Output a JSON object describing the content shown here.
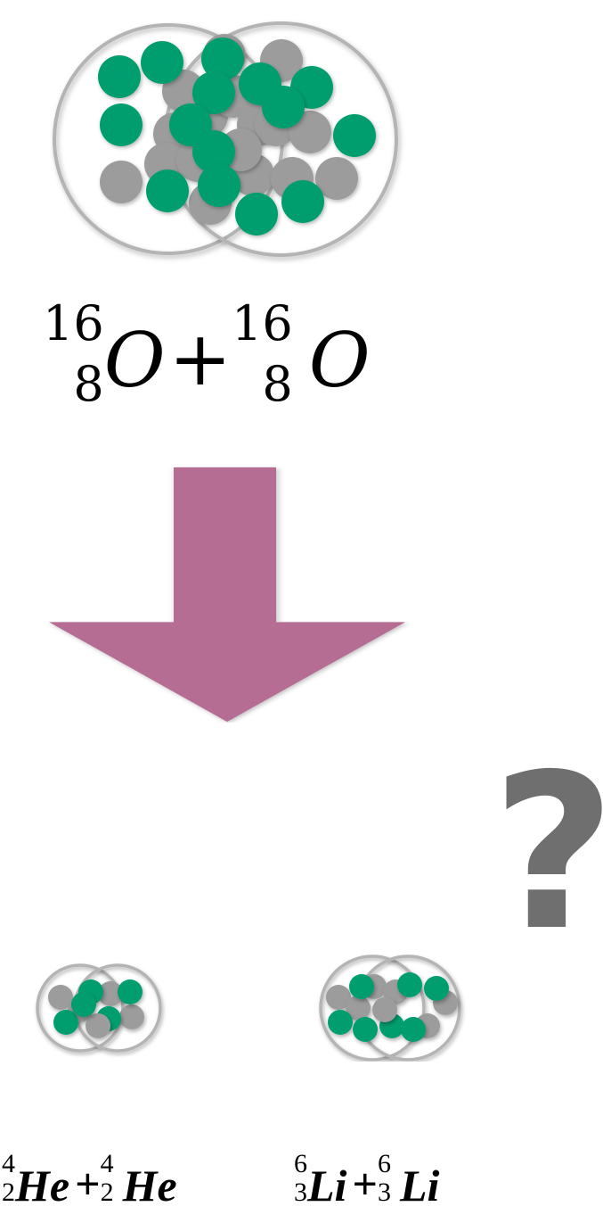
{
  "colors": {
    "proton": "#009e6e",
    "neutron": "#9c9c9c",
    "outline": "#b4b4b4",
    "arrow": "#b56d93",
    "question": "#6f6f6f"
  },
  "reaction": {
    "reactants": {
      "left": {
        "mass": "16",
        "charge": "8",
        "symbol": "O"
      },
      "op": "+",
      "right": {
        "mass": "16",
        "charge": "8",
        "symbol": "O"
      }
    },
    "product_a": {
      "left": {
        "mass": "4",
        "charge": "2",
        "symbol": "He"
      },
      "op": "+",
      "right": {
        "mass": "4",
        "charge": "2",
        "symbol": "He"
      }
    },
    "product_b": {
      "left": {
        "mass": "6",
        "charge": "3",
        "symbol": "Li"
      },
      "op": "+",
      "right": {
        "mass": "6",
        "charge": "3",
        "symbol": "Li"
      }
    }
  },
  "question_mark": "?"
}
